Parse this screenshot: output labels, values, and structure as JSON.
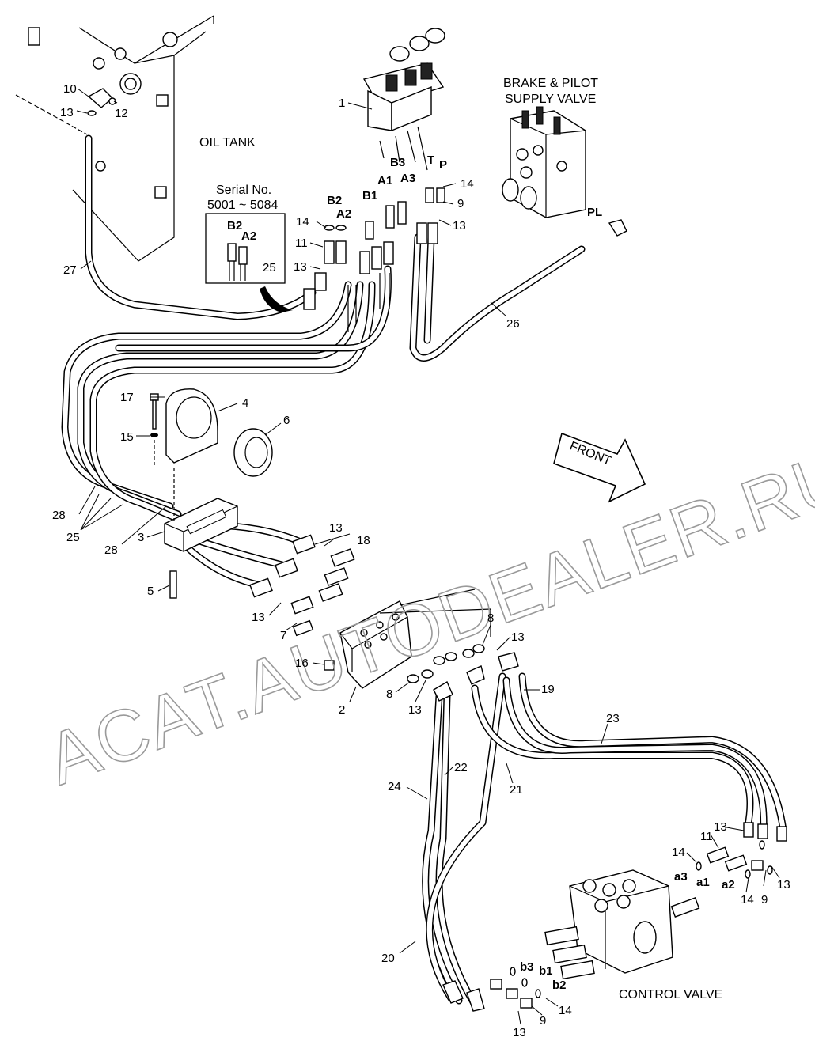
{
  "captions": {
    "oil_tank": "OIL TANK",
    "brake_line1": "BRAKE & PILOT",
    "brake_line2": "SUPPLY VALVE",
    "serial_line1": "Serial No.",
    "serial_line2": "5001 ~ 5084",
    "control_valve": "CONTROL VALVE",
    "front": "FRONT",
    "watermark": "ACAT.AUTODEALER.RU"
  },
  "port_labels": {
    "B2": "B2",
    "A2": "A2",
    "B1": "B1",
    "A1": "A1",
    "B3": "B3",
    "A3": "A3",
    "T": "T",
    "P": "P",
    "PL": "PL",
    "inset_B2": "B2",
    "inset_A2": "A2",
    "a3": "a3",
    "a1": "a1",
    "a2": "a2",
    "b3": "b3",
    "b1": "b1",
    "b2": "b2"
  },
  "callouts": {
    "c1": "1",
    "c2": "2",
    "c3": "3",
    "c4": "4",
    "c5": "5",
    "c6": "6",
    "c7": "7",
    "c8a": "8",
    "c8b": "8",
    "c9a": "9",
    "c9b": "9",
    "c9c": "9",
    "c10": "10",
    "c11a": "11",
    "c11b": "11",
    "c12": "12",
    "c13a": "13",
    "c13b": "13",
    "c13c": "13",
    "c13d": "13",
    "c13e": "13",
    "c13f": "13",
    "c13g": "13",
    "c13h": "13",
    "c13i": "13",
    "c13j": "13",
    "c14a": "14",
    "c14b": "14",
    "c14c": "14",
    "c14d": "14",
    "c14e": "14",
    "c15": "15",
    "c16": "16",
    "c17": "17",
    "c18": "18",
    "c19": "19",
    "c20": "20",
    "c21": "21",
    "c22": "22",
    "c23": "23",
    "c24": "24",
    "c25a": "25",
    "c25b": "25",
    "c26": "26",
    "c27": "27",
    "c28a": "28",
    "c28b": "28"
  }
}
